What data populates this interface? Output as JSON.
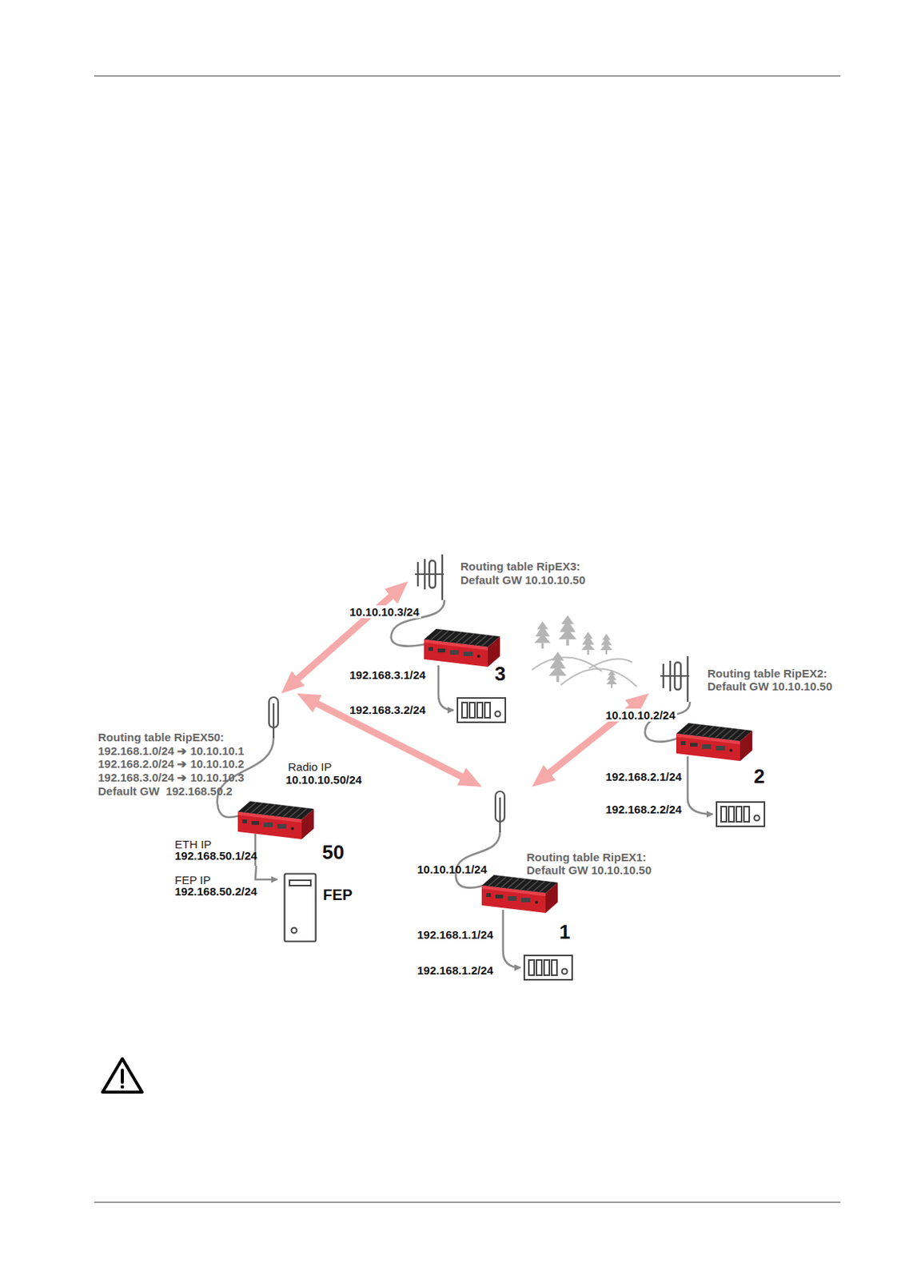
{
  "diagram": {
    "nodes": [
      {
        "text": [
          "3"
        ]
      },
      {
        "text": [
          "2"
        ]
      },
      {
        "text": [
          "50"
        ]
      },
      {
        "text": [
          "1"
        ]
      },
      {
        "text": [
          "FEP"
        ]
      }
    ],
    "edges": [
      {
        "from": 0,
        "to": 2,
        "arrow": "both"
      },
      {
        "from": 2,
        "to": 3,
        "arrow": "both"
      },
      {
        "from": 1,
        "to": 3,
        "arrow": "both"
      },
      {
        "from": 2,
        "to": 4,
        "arrow": "to"
      }
    ],
    "labels": [
      "Routing table RipEX3:",
      "Default GW 10.10.10.50",
      "10.10.10.3/24",
      "192.168.3.1/24",
      "192.168.3.2/24",
      "Routing table RipEX2:",
      "Default GW 10.10.10.50",
      "10.10.10.2/24",
      "192.168.2.1/24",
      "192.168.2.2/24",
      "Routing table RipEX50:",
      "192.168.1.0/24 ➔ 10.10.10.1",
      "192.168.2.0/24 ➔ 10.10.10.2",
      "192.168.3.0/24 ➔ 10.10.10.3",
      "Default GW  192.168.50.2",
      "Radio IP",
      "10.10.10.50/24",
      "ETH IP",
      "192.168.50.1/24",
      "FEP IP",
      "192.168.50.2/24",
      "10.10.10.1/24",
      "Routing table RipEX1:",
      "Default GW 10.10.10.50",
      "192.168.1.1/24",
      "192.168.1.2/24"
    ]
  }
}
